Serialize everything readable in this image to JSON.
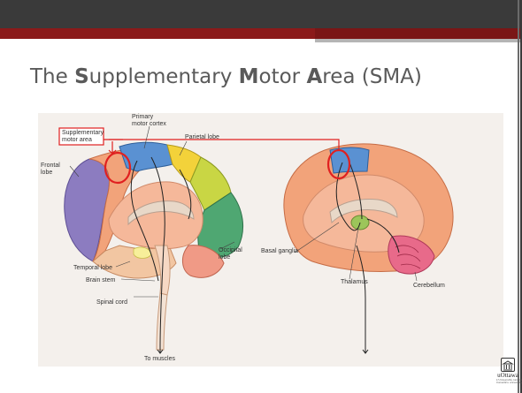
{
  "slide": {
    "title": {
      "parts": [
        {
          "text": "The ",
          "bold": false
        },
        {
          "text": "S",
          "bold": true
        },
        {
          "text": "upplementary ",
          "bold": false
        },
        {
          "text": "M",
          "bold": true
        },
        {
          "text": "otor ",
          "bold": false
        },
        {
          "text": "A",
          "bold": true
        },
        {
          "text": "rea (SMA)",
          "bold": false
        }
      ]
    },
    "figure": {
      "labels": {
        "sma": "Supplementary\nmotor area",
        "primary": "Primary\nmotor cortex",
        "parietal": "Parietal lobe",
        "frontal": "Frontal\nlobe",
        "occipital": "Occipital\nlobe",
        "temporal": "Temporal lobe",
        "brainstem": "Brain stem",
        "spinal": "Spinal cord",
        "muscles": "To muscles",
        "basal": "Basal ganglia",
        "thalamus": "Thalamus",
        "cerebellum": "Cerebellum"
      }
    },
    "logo": {
      "name": "uOttawa",
      "sub": "L'Université canadienne\nCanada's university"
    },
    "colors": {
      "top_bar": "#3a3a3a",
      "accent_bar": "#8b1a1a",
      "highlight": "#e02020"
    }
  }
}
